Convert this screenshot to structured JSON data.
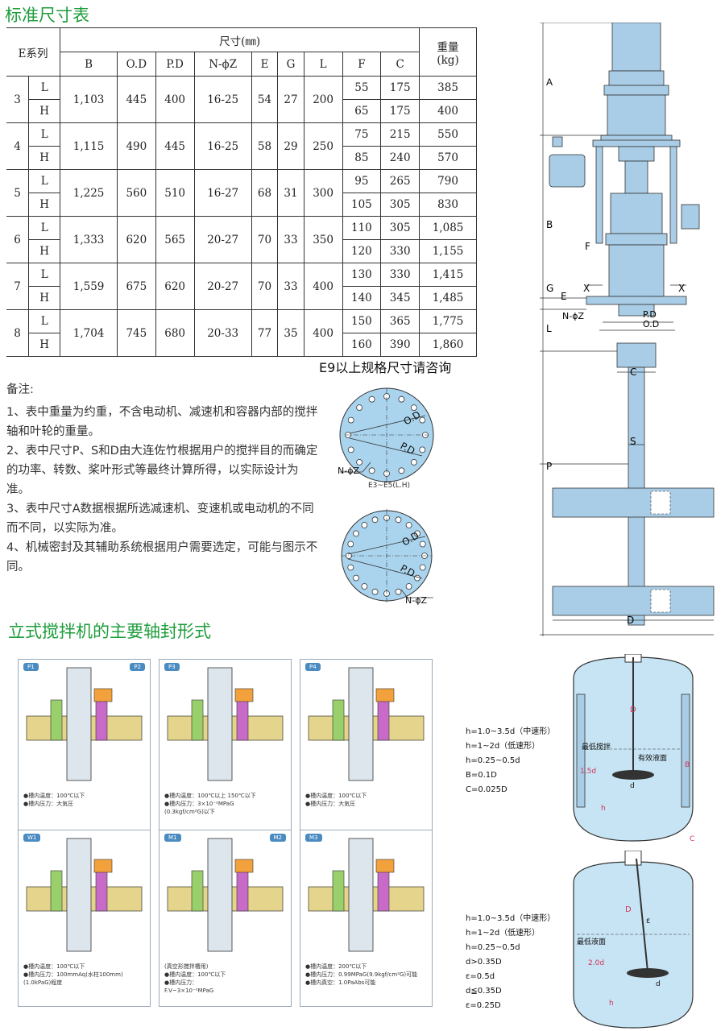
{
  "titles": {
    "spec": "标准尺寸表",
    "seals": "立式搅拌机的主要轴封形式"
  },
  "table": {
    "series_label": "E系列",
    "dim_group": "尺寸(㎜)",
    "weight_label": "重量",
    "weight_unit": "(kg)",
    "columns": [
      "B",
      "O.D",
      "P.D",
      "N-ϕZ",
      "E",
      "G",
      "L",
      "F",
      "C"
    ],
    "rows": [
      {
        "size": "3",
        "B": "1,103",
        "OD": "445",
        "PD": "400",
        "NZ": "16-25",
        "E": "54",
        "G": "27",
        "L": "200",
        "variants": [
          {
            "type": "L",
            "F": "55",
            "C": "175",
            "weight": "385"
          },
          {
            "type": "H",
            "F": "65",
            "C": "175",
            "weight": "400"
          }
        ]
      },
      {
        "size": "4",
        "B": "1,115",
        "OD": "490",
        "PD": "445",
        "NZ": "16-25",
        "E": "58",
        "G": "29",
        "L": "250",
        "variants": [
          {
            "type": "L",
            "F": "75",
            "C": "215",
            "weight": "550"
          },
          {
            "type": "H",
            "F": "85",
            "C": "240",
            "weight": "570"
          }
        ]
      },
      {
        "size": "5",
        "B": "1,225",
        "OD": "560",
        "PD": "510",
        "NZ": "16-27",
        "E": "68",
        "G": "31",
        "L": "300",
        "variants": [
          {
            "type": "L",
            "F": "95",
            "C": "265",
            "weight": "790"
          },
          {
            "type": "H",
            "F": "105",
            "C": "305",
            "weight": "830"
          }
        ]
      },
      {
        "size": "6",
        "B": "1,333",
        "OD": "620",
        "PD": "565",
        "NZ": "20-27",
        "E": "70",
        "G": "33",
        "L": "350",
        "variants": [
          {
            "type": "L",
            "F": "110",
            "C": "305",
            "weight": "1,085"
          },
          {
            "type": "H",
            "F": "120",
            "C": "330",
            "weight": "1,155"
          }
        ]
      },
      {
        "size": "7",
        "B": "1,559",
        "OD": "675",
        "PD": "620",
        "NZ": "20-27",
        "E": "70",
        "G": "33",
        "L": "400",
        "variants": [
          {
            "type": "L",
            "F": "130",
            "C": "330",
            "weight": "1,415"
          },
          {
            "type": "H",
            "F": "140",
            "C": "345",
            "weight": "1,485"
          }
        ]
      },
      {
        "size": "8",
        "B": "1,704",
        "OD": "745",
        "PD": "680",
        "NZ": "20-33",
        "E": "77",
        "G": "35",
        "L": "400",
        "variants": [
          {
            "type": "L",
            "F": "150",
            "C": "365",
            "weight": "1,775"
          },
          {
            "type": "H",
            "F": "160",
            "C": "390",
            "weight": "1,860"
          }
        ]
      }
    ]
  },
  "consult_note": "E9以上规格尺寸请咨询",
  "notes": {
    "title": "备注:",
    "items": [
      "1、表中重量为约重，不含电动机、减速机和容器内部的搅拌轴和叶轮的重量。",
      "2、表中尺寸P、S和D由大连佐竹根据用户的搅拌目的而确定的功率、转数、桨叶形式等最终计算所得，以实际设计为准。",
      "3、表中尺寸A数据根据所选减速机、变速机或电动机的不同而不同，以实际为准。",
      "4、机械密封及其辅助系统根据用户需要选定，可能与图示不同。"
    ]
  },
  "flanges": {
    "caption": "E3~E5(L.H)",
    "nz_label": "N-ϕZ",
    "od_label": "O.D",
    "pd_label": "P.D"
  },
  "agitator_labels": {
    "A": "A",
    "B": "B",
    "F": "F",
    "X": "X",
    "G": "G",
    "E": "E",
    "L": "L",
    "nz": "N-ϕZ",
    "pd": "P.D",
    "od": "O.D",
    "C": "C",
    "S": "S",
    "P": "P",
    "D": "D"
  },
  "seal_panels": [
    {
      "tags": [
        "P1",
        "P2"
      ],
      "notes": [
        "●槽内温度：100℃以下",
        "●槽内压力：大気圧"
      ]
    },
    {
      "tags": [
        "P3"
      ],
      "notes": [
        "●槽内温度：100℃以上 150℃以下",
        "●槽内压力：3×10⁻²MPaG",
        "(0.3kgf/cm²G)以下"
      ]
    },
    {
      "tags": [
        "P4"
      ],
      "notes": [
        "●槽内温度：100℃以下",
        "●槽内压力：大気圧"
      ]
    },
    {
      "tags": [
        "W1"
      ],
      "notes": [
        "●槽内温度：100℃以下",
        "●槽内压力：100mmAq(水柱100mm)",
        "(1.0kPaG)程度"
      ]
    },
    {
      "tags": [
        "M1",
        "M2"
      ],
      "notes": [
        "(真空形搅拌槽用)",
        "●槽内温度：100℃以下",
        "●槽内压力：",
        "F.V~3×10⁻²MPaG"
      ]
    },
    {
      "tags": [
        "M3"
      ],
      "notes": [
        "●槽内温度：200℃以下",
        "●槽内压力：0.99MPaG(9.9kgf/cm²G)可能",
        "●槽内真空：1.0PaAbs可能"
      ]
    }
  ],
  "tank1": {
    "lines": [
      "h=1.0~3.5d（中速形）",
      "h=1~2d（低速形）",
      "h=0.25~0.5d",
      "B=0.1D",
      "C=0.025D"
    ],
    "labels": {
      "D": "D",
      "lowest": "最低搅拌",
      "liquid": "有效液面",
      "ratio": "1.5d",
      "d": "d",
      "h": "h",
      "B": "B",
      "C": "C"
    }
  },
  "tank2": {
    "lines": [
      "h=1.0~3.5d（中速形）",
      "h=1~2d（低速形）",
      "h=0.25~0.5d",
      "d>0.35D",
      "ε=0.5d",
      "d≦0.35D",
      "ε=0.25D"
    ],
    "labels": {
      "D": "D",
      "eps": "ε",
      "lowest": "最低液面",
      "ratio": "2.0d",
      "d": "d",
      "h": "h"
    }
  }
}
